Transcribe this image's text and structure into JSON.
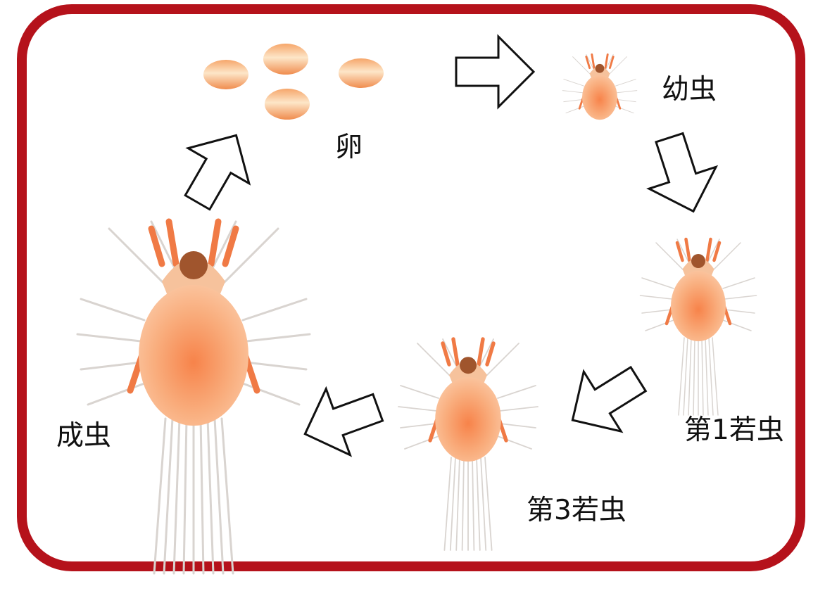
{
  "diagram": {
    "border_color": "#b5121b",
    "mite_color": "#f5a06e",
    "arrow_style": "white fill, black outline",
    "stages": [
      {
        "id": "egg",
        "label": "卵"
      },
      {
        "id": "larva",
        "label": "幼虫"
      },
      {
        "id": "nymph1",
        "label": "第1若虫"
      },
      {
        "id": "nymph3",
        "label": "第3若虫"
      },
      {
        "id": "adult",
        "label": "成虫"
      }
    ]
  }
}
